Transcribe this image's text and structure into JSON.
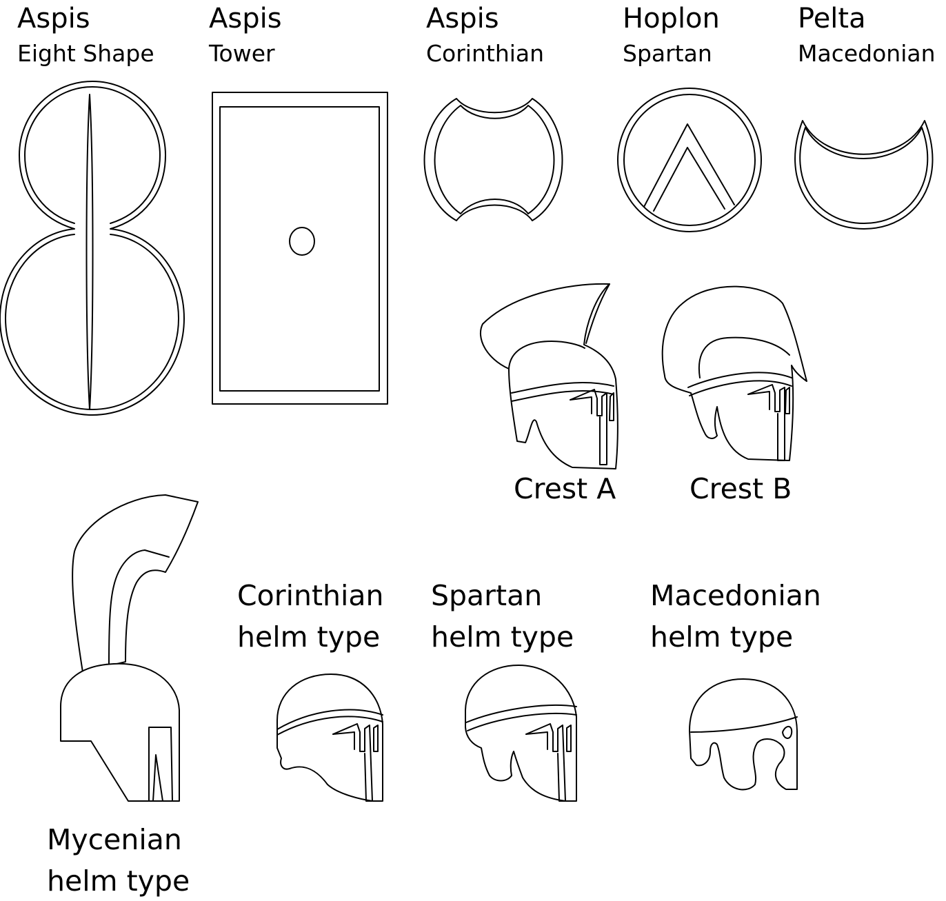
{
  "shields": [
    {
      "name": "Aspis",
      "subtitle": "Eight Shape"
    },
    {
      "name": "Aspis",
      "subtitle": "Tower"
    },
    {
      "name": "Aspis",
      "subtitle": "Corinthian"
    },
    {
      "name": "Hoplon",
      "subtitle": "Spartan"
    },
    {
      "name": "Pelta",
      "subtitle": "Macedonian"
    }
  ],
  "crests": [
    {
      "label": "Crest A"
    },
    {
      "label": "Crest B"
    }
  ],
  "helms": [
    {
      "line1": "Mycenian",
      "line2": "helm type"
    },
    {
      "line1": "Corinthian",
      "line2": "helm type"
    },
    {
      "line1": "Spartan",
      "line2": "helm type"
    },
    {
      "line1": "Macedonian",
      "line2": "helm type"
    }
  ],
  "colors": {
    "ink": "#000000",
    "background": "#ffffff"
  }
}
